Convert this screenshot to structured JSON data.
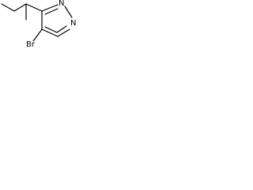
{
  "molecule": {
    "atoms": {
      "n_top": "N",
      "n_right": "N",
      "bromine": "Br"
    },
    "colors": {
      "bond": "#000000",
      "text": "#000000",
      "background": "#ffffff"
    }
  }
}
